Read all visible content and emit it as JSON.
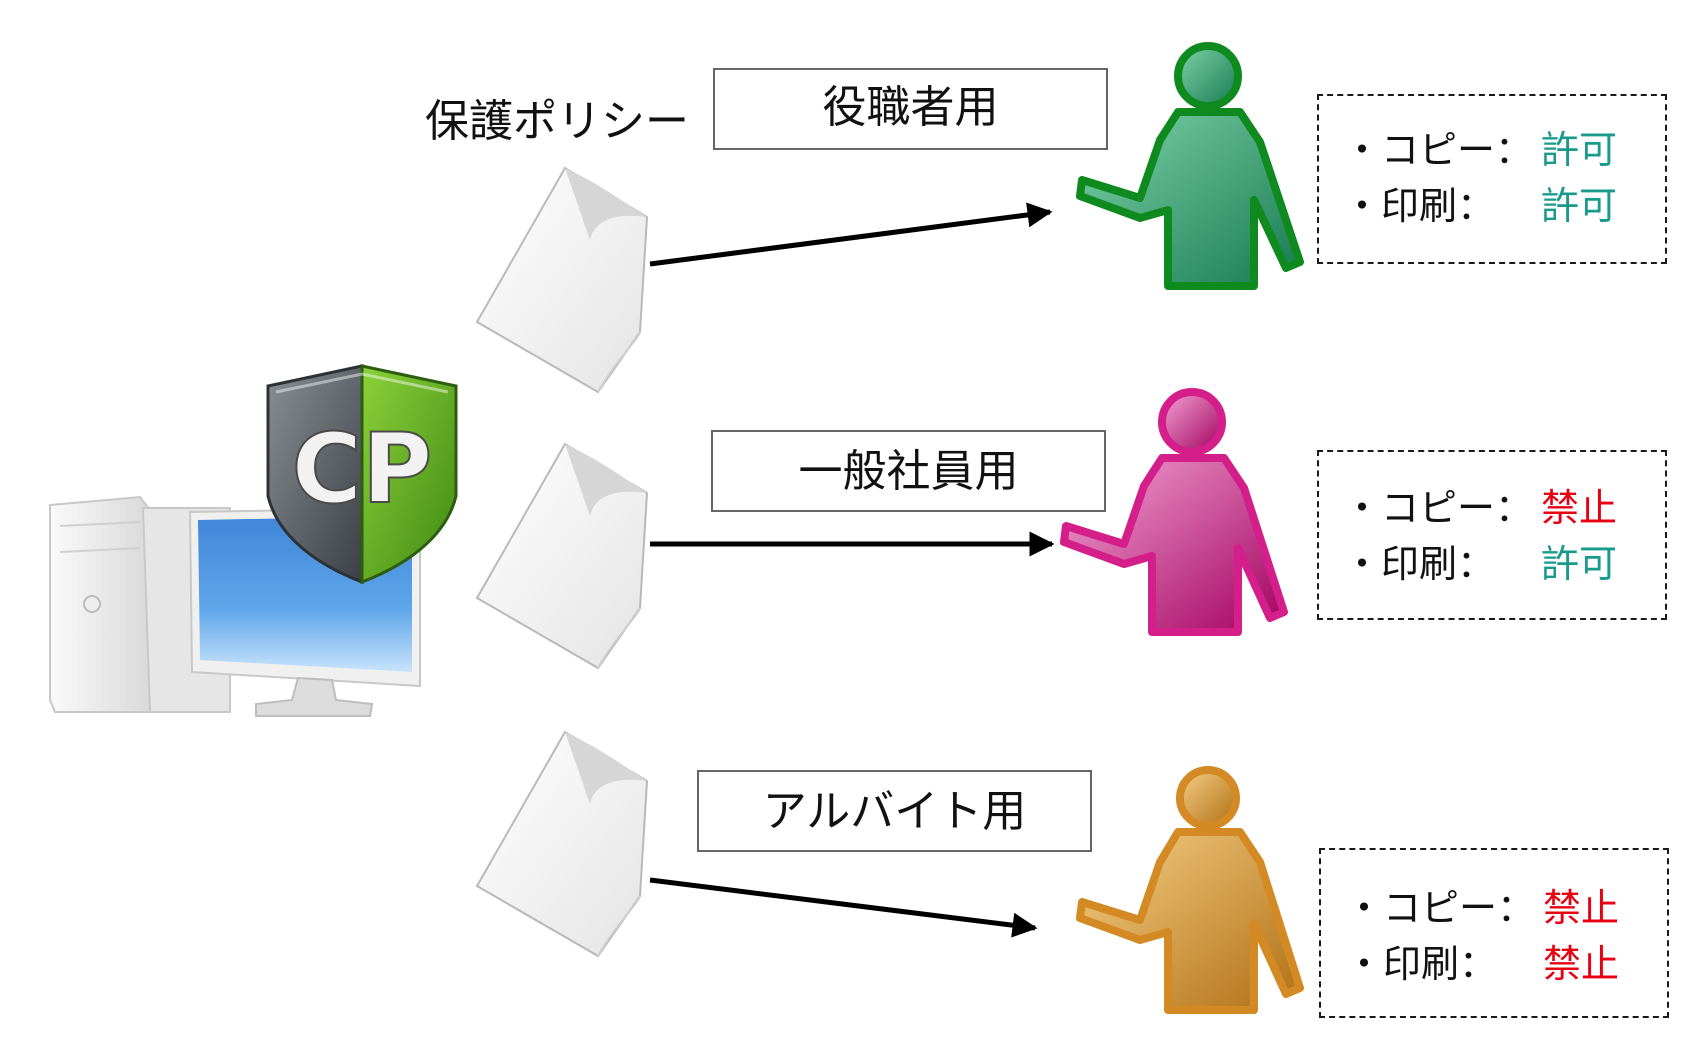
{
  "policy_label": "保護ポリシー",
  "logo_text": "CP",
  "colors": {
    "allowed": "#1a9a8c",
    "denied": "#e60012",
    "arrow": "#000000",
    "person_executive": "#1e9a50",
    "person_employee": "#d4288c",
    "person_parttime": "#d89a38"
  },
  "roles": [
    {
      "label": "役職者用",
      "person_color": "green",
      "permissions": [
        {
          "name": "・コピー：",
          "status": "許可",
          "allowed": true
        },
        {
          "name": "・印刷：",
          "status": "許可",
          "allowed": true
        }
      ]
    },
    {
      "label": "一般社員用",
      "person_color": "magenta",
      "permissions": [
        {
          "name": "・コピー：",
          "status": "禁止",
          "allowed": false
        },
        {
          "name": "・印刷：",
          "status": "許可",
          "allowed": true
        }
      ]
    },
    {
      "label": "アルバイト用",
      "person_color": "orange",
      "permissions": [
        {
          "name": "・コピー：",
          "status": "禁止",
          "allowed": false
        },
        {
          "name": "・印刷：",
          "status": "禁止",
          "allowed": false
        }
      ]
    }
  ]
}
